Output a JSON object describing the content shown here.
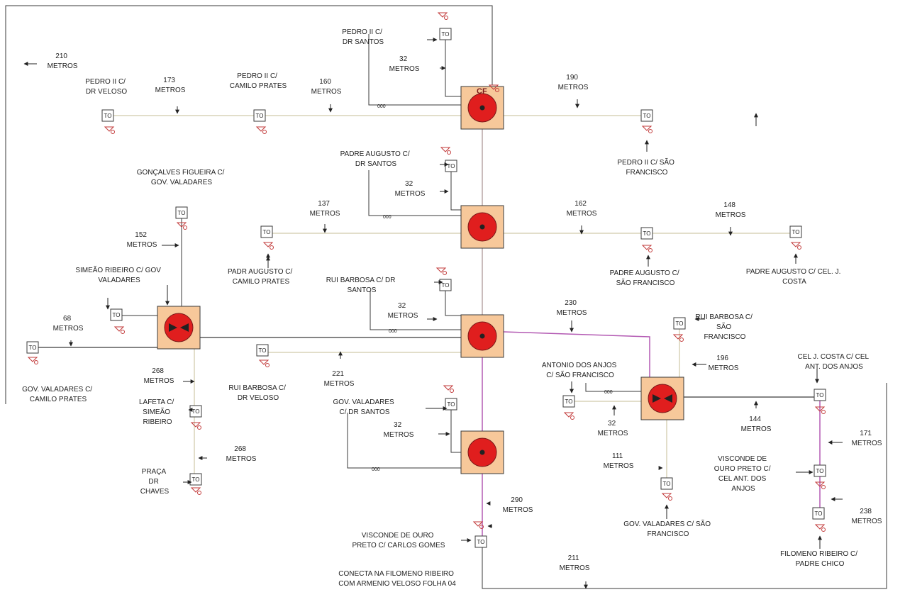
{
  "colors": {
    "pipe_black": "#3a3a3a",
    "pipe_tan": "#d9d3b8",
    "pipe_purple": "#b35ab3",
    "cf_fill": "#f7c89a",
    "cf_circle": "#e01e1e",
    "tag_icon": "#c23a3a"
  },
  "icons": [
    "to-box-icon",
    "valve-icon",
    "arrow-icon",
    "cf-node-icon"
  ],
  "box_label": "TO",
  "cf_label": "CF",
  "conn_label": "000",
  "distances": {
    "d210": [
      "210",
      "METROS"
    ],
    "d173": [
      "173",
      "METROS"
    ],
    "d160": [
      "160",
      "METROS"
    ],
    "d32a": [
      "32",
      "METROS"
    ],
    "d190": [
      "190",
      "METROS"
    ],
    "d137": [
      "137",
      "METROS"
    ],
    "d32b": [
      "32",
      "METROS"
    ],
    "d162": [
      "162",
      "METROS"
    ],
    "d148": [
      "148",
      "METROS"
    ],
    "d152": [
      "152",
      "METROS"
    ],
    "d68": [
      "68",
      "METROS"
    ],
    "d32c": [
      "32",
      "METROS"
    ],
    "d230": [
      "230",
      "METROS"
    ],
    "d221": [
      "221",
      "METROS"
    ],
    "d268a": [
      "268",
      "METROS"
    ],
    "d196": [
      "196",
      "METROS"
    ],
    "d32d": [
      "32",
      "METROS"
    ],
    "d268b": [
      "268",
      "METROS"
    ],
    "d32e": [
      "32",
      "METROS"
    ],
    "d144": [
      "144",
      "METROS"
    ],
    "d111": [
      "111",
      "METROS"
    ],
    "d171": [
      "171",
      "METROS"
    ],
    "d290": [
      "290",
      "METROS"
    ],
    "d238": [
      "238",
      "METROS"
    ],
    "d211": [
      "211",
      "METROS"
    ]
  },
  "labels": {
    "pedro_dr_santos": [
      "PEDRO II C/",
      "DR SANTOS"
    ],
    "pedro_dr_veloso": [
      "PEDRO II C/",
      "DR VELOSO"
    ],
    "pedro_camilo": [
      "PEDRO II C/",
      "CAMILO PRATES"
    ],
    "pedro_sao_francisco": [
      "PEDRO II C/ SÃO",
      "FRANCISCO"
    ],
    "padre_dr_santos": [
      "PADRE AUGUSTO C/",
      "DR SANTOS"
    ],
    "goncalves_gov": [
      "GONÇALVES FIGUEIRA C/",
      "GOV. VALADARES"
    ],
    "padr_camilo": [
      "PADR AUGUSTO C/",
      "CAMILO PRATES"
    ],
    "padre_sao_francisco": [
      "PADRE AUGUSTO C/",
      "SÃO FRANCISCO"
    ],
    "padre_cel_costa": [
      "PADRE AUGUSTO C/ CEL. J.",
      "COSTA"
    ],
    "simeao_gov": [
      "SIMEÃO RIBEIRO C/ GOV",
      "VALADARES"
    ],
    "rui_dr_santos": [
      "RUI BARBOSA C/ DR",
      "SANTOS"
    ],
    "rui_sao_francisco": [
      "RUI BARBOSA C/",
      "SÃO",
      "FRANCISCO"
    ],
    "gov_camilo": [
      "GOV. VALADARES C/",
      "CAMILO PRATES"
    ],
    "rui_dr_veloso": [
      "RUI BARBOSA C/",
      "DR VELOSO"
    ],
    "antonio_sao_francisco": [
      "ANTONIO DOS ANJOS",
      "C/ SÃO FRANCISCO"
    ],
    "cel_costa_ant": [
      "CEL J. COSTA C/ CEL",
      "ANT. DOS ANJOS"
    ],
    "lafeta_simeao": [
      "LAFETA C/",
      "SIMEÃO",
      "RIBEIRO"
    ],
    "gov_dr_santos": [
      "GOV.  VALADARES",
      "C/ DR SANTOS"
    ],
    "praca_dr_chaves": [
      "PRAÇA",
      "DR",
      "CHAVES"
    ],
    "visconde_cel_ant": [
      "VISCONDE DE",
      "OURO PRETO C/",
      "CEL ANT. DOS",
      "ANJOS"
    ],
    "gov_sao_francisco": [
      "GOV. VALADARES  C/ SÃO",
      "FRANCISCO"
    ],
    "visconde_carlos": [
      "VISCONDE DE OURO",
      "PRETO C/ CARLOS GOMES"
    ],
    "filomeno_padre_chico": [
      "FILOMENO RIBEIRO C/",
      "PADRE CHICO"
    ],
    "conecta": [
      "CONECTA NA FILOMENO RIBEIRO",
      "COM ARMENIO VELOSO FOLHA 04"
    ]
  }
}
